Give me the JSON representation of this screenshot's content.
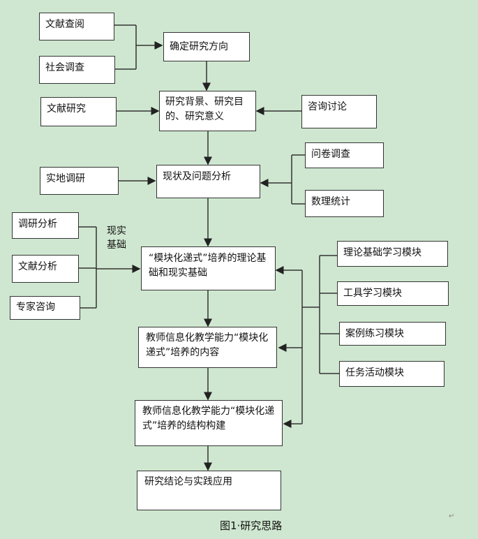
{
  "boxes": {
    "lit_review": "文献查阅",
    "social_survey": "社会调查",
    "direction": "确定研究方向",
    "background": "研究背景、研究目的、研究意义",
    "lit_research": "文献研究",
    "consult": "咨询讨论",
    "status": "现状及问题分析",
    "field": "实地调研",
    "questionnaire": "问卷调查",
    "stats": "数理统计",
    "basis": "“模块化递式”培养的理论基础和现实基础",
    "research_analysis": "调研分析",
    "lit_analysis": "文献分析",
    "expert": "专家咨询",
    "content": "教师信息化教学能力“模块化递式”培养的内容",
    "structure": "教师信息化教学能力“模块化递式”培养的结构构建",
    "conclusion": "研究结论与实践应用",
    "mod_theory": "理论基础学习模块",
    "mod_tool": "工具学习模块",
    "mod_case": "案例练习模块",
    "mod_task": "任务活动模块"
  },
  "label_reality": "现实基础",
  "caption": "图1·研究思路",
  "return_mark": "↵"
}
